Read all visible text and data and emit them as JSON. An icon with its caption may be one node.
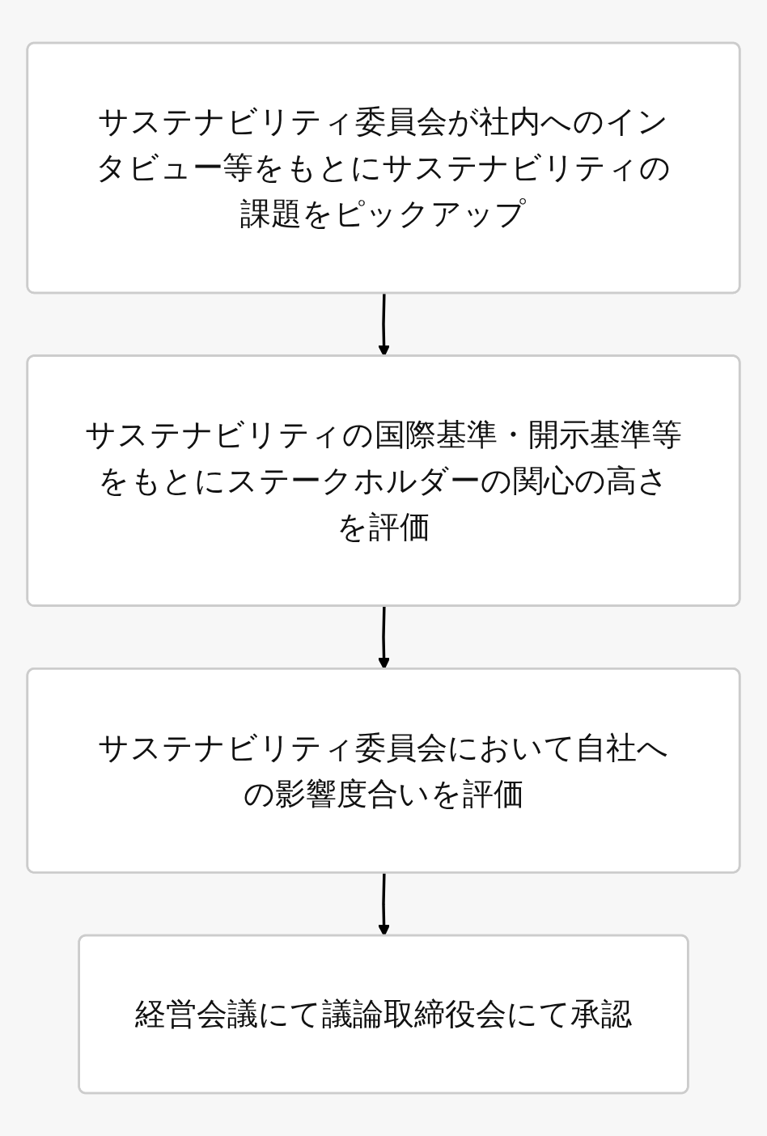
{
  "diagram": {
    "nodes": [
      {
        "text": [
          "サステナビリティ委員会が社内へのインタビュー等をもとにサステナビリティの課題をピックアップ"
        ]
      },
      {
        "text": [
          "サステナビリティの国際基準・開示基準等をもとにステークホルダーの関心の高さを評価"
        ]
      },
      {
        "text": [
          "サステナビリティ委員会において自社への影響度合いを評価"
        ]
      },
      {
        "text": [
          "経営会議にて議論取締役会にて承認"
        ]
      }
    ],
    "edges": [
      {
        "from": 0,
        "to": 1,
        "arrow": "to"
      },
      {
        "from": 1,
        "to": 2,
        "arrow": "to"
      },
      {
        "from": 2,
        "to": 3,
        "arrow": "to"
      }
    ]
  }
}
